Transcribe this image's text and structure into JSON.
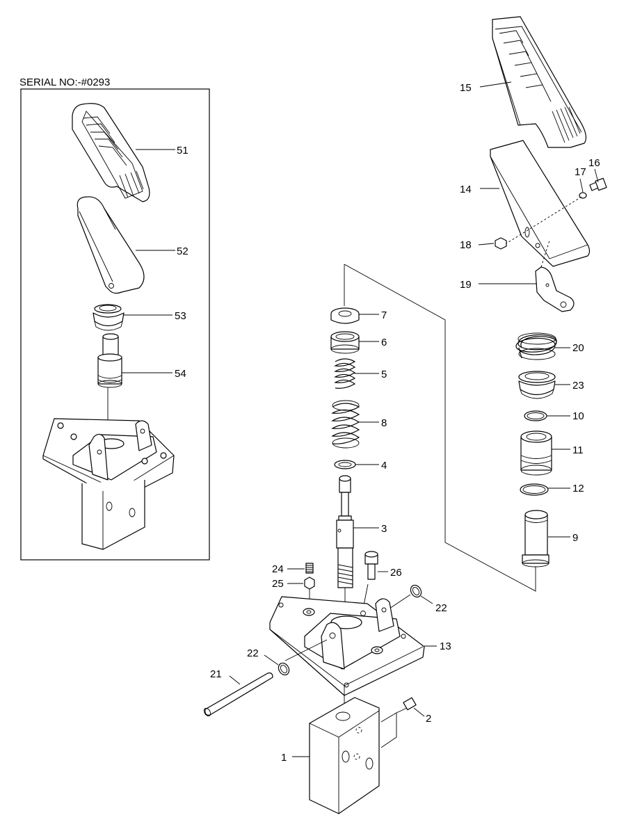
{
  "serial_label": "SERIAL NO:-#0293",
  "callouts": [
    {
      "id": "51",
      "label": "51"
    },
    {
      "id": "52",
      "label": "52"
    },
    {
      "id": "53",
      "label": "53"
    },
    {
      "id": "54",
      "label": "54"
    },
    {
      "id": "15",
      "label": "15"
    },
    {
      "id": "14",
      "label": "14"
    },
    {
      "id": "17",
      "label": "17"
    },
    {
      "id": "16",
      "label": "16"
    },
    {
      "id": "18",
      "label": "18"
    },
    {
      "id": "19",
      "label": "19"
    },
    {
      "id": "20",
      "label": "20"
    },
    {
      "id": "23",
      "label": "23"
    },
    {
      "id": "10",
      "label": "10"
    },
    {
      "id": "11",
      "label": "11"
    },
    {
      "id": "12",
      "label": "12"
    },
    {
      "id": "9",
      "label": "9"
    },
    {
      "id": "7",
      "label": "7"
    },
    {
      "id": "6",
      "label": "6"
    },
    {
      "id": "5",
      "label": "5"
    },
    {
      "id": "8",
      "label": "8"
    },
    {
      "id": "4",
      "label": "4"
    },
    {
      "id": "3",
      "label": "3"
    },
    {
      "id": "24",
      "label": "24"
    },
    {
      "id": "25",
      "label": "25"
    },
    {
      "id": "26",
      "label": "26"
    },
    {
      "id": "22a",
      "label": "22"
    },
    {
      "id": "22b",
      "label": "22"
    },
    {
      "id": "13",
      "label": "13"
    },
    {
      "id": "21",
      "label": "21"
    },
    {
      "id": "2",
      "label": "2"
    },
    {
      "id": "1",
      "label": "1"
    }
  ]
}
